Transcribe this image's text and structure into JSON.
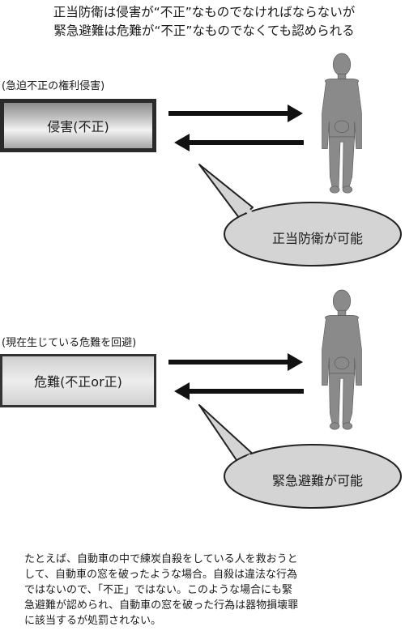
{
  "header": {
    "line1": "正当防衛は侵害が“不正”なものでなければならないが",
    "line2": "緊急避難は危難が“不正”なものでなくても認められる"
  },
  "section1": {
    "label": "(急迫不正の権利侵害)",
    "box_label": "侵害(不正)",
    "bubble_text": "正当防衛が可能"
  },
  "section2": {
    "label": "(現在生じている危難を回避)",
    "box_label": "危難(不正or正)",
    "bubble_text": "緊急避難が可能"
  },
  "footnote": {
    "lines": [
      "たとえば、自動車の中で練炭自殺をしている人を救おうと",
      "して、自動車の窓を破ったような場合。自殺は違法な行為",
      "ではないので、「不正」ではない。このような場合にも緊",
      "急避難が認められ、自動車の窓を破った行為は器物損壊罪",
      "に該当するが処罰されない。"
    ]
  },
  "colors": {
    "arrow": "#111111",
    "person": "#8a8a8a",
    "bubble_fill": "#d4d4d4",
    "bubble_stroke": "#222222"
  },
  "icons": [
    "standing-person-icon",
    "arrow-right-icon",
    "arrow-left-icon",
    "speech-bubble"
  ]
}
